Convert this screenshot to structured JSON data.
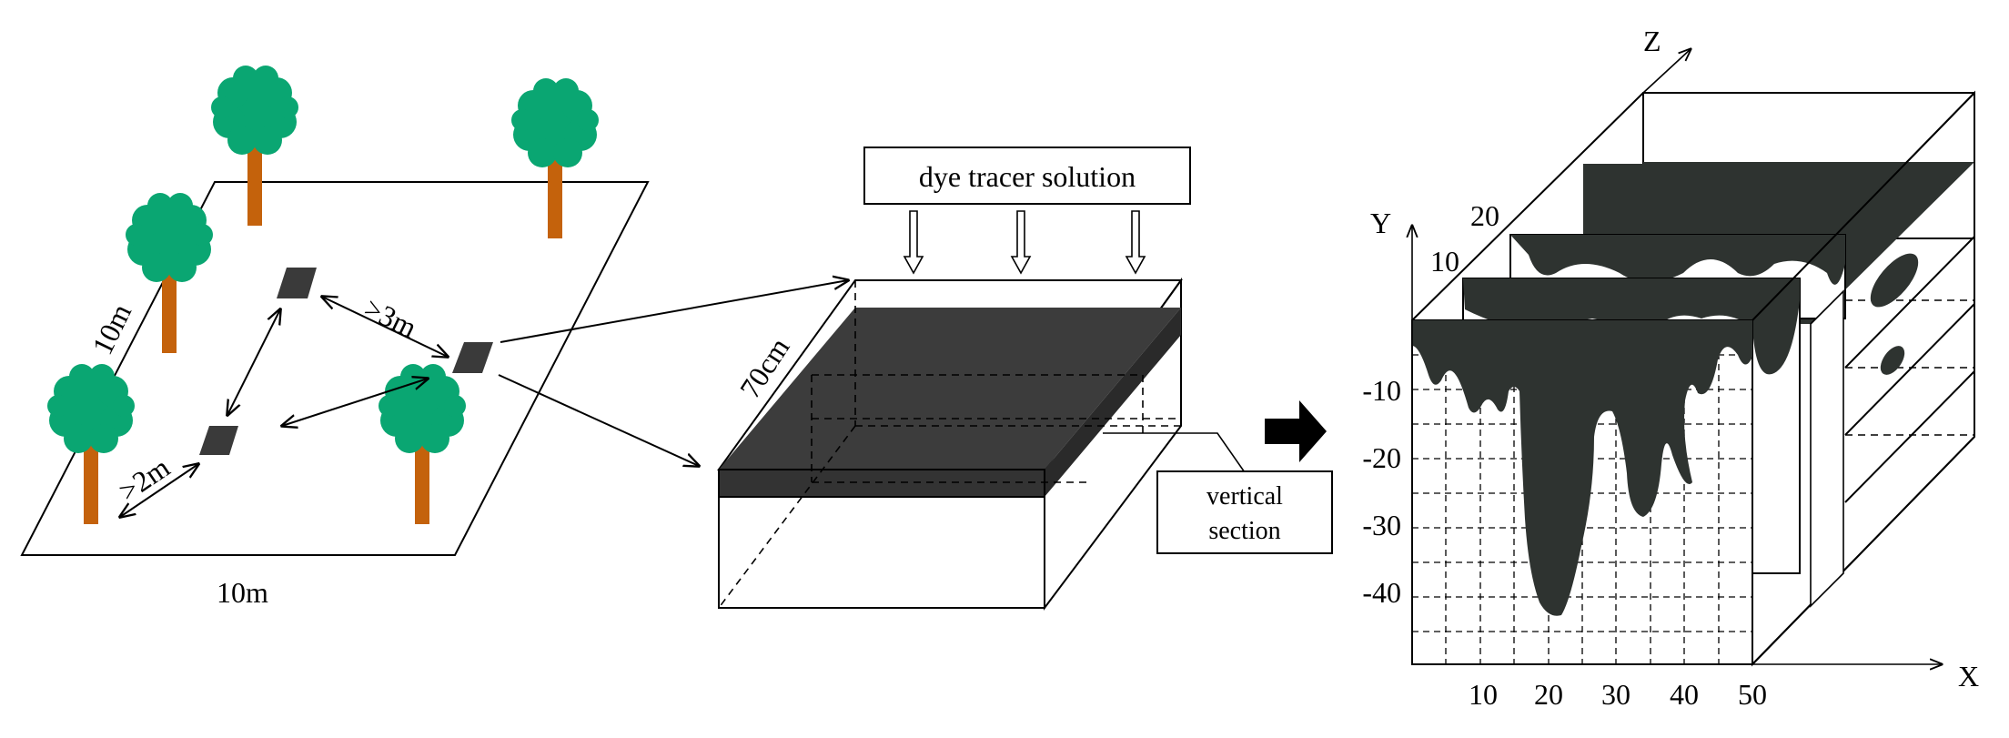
{
  "plot_diagram": {
    "width_label": "10m",
    "length_label": "10m",
    "spacing_long_label": ">3m",
    "spacing_short_label": ">2m"
  },
  "soil_block": {
    "dye_label": "dye tracer solution",
    "depth_label": "70cm",
    "section_label_line1": "vertical",
    "section_label_line2": "section"
  },
  "profile_3d": {
    "x_axis_name": "X",
    "y_axis_name": "Y",
    "z_axis_name": "Z",
    "x_ticks": [
      "10",
      "20",
      "30",
      "40",
      "50"
    ],
    "y_ticks": [
      "-10",
      "-20",
      "-30",
      "-40"
    ],
    "z_ticks": [
      "10",
      "20"
    ]
  },
  "colors": {
    "tree_canopy": "#0aa672",
    "tree_trunk": "#c4620c",
    "dye_stain": "#2e3330",
    "plot_patch": "#3a3a3a"
  }
}
